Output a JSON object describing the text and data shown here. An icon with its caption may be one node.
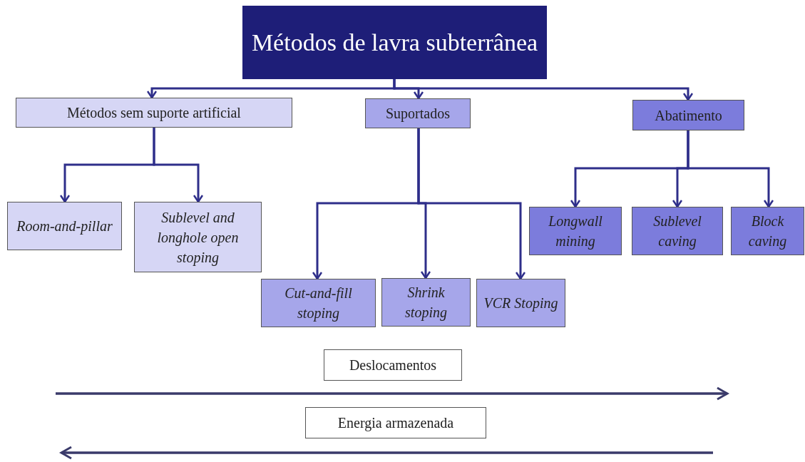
{
  "diagram": {
    "nodes": [
      {
        "text": [
          "Métodos de lavra subterrânea"
        ]
      },
      {
        "text": [
          "Métodos sem suporte artificial"
        ]
      },
      {
        "text": [
          "Suportados"
        ]
      },
      {
        "text": [
          "Abatimento"
        ]
      },
      {
        "text": [
          "Room-and-pillar"
        ]
      },
      {
        "text": [
          "Sublevel and longhole open stoping"
        ]
      },
      {
        "text": [
          "Cut-and-fill stoping"
        ]
      },
      {
        "text": [
          "Shrink stoping"
        ]
      },
      {
        "text": [
          "VCR Stoping"
        ]
      },
      {
        "text": [
          "Longwall mining"
        ]
      },
      {
        "text": [
          "Sublevel caving"
        ]
      },
      {
        "text": [
          "Block caving"
        ]
      },
      {
        "text": [
          "Deslocamentos"
        ]
      },
      {
        "text": [
          "Energia armazenada"
        ]
      }
    ],
    "edges": [
      {
        "from": 0,
        "to": 1,
        "arrow": "to"
      },
      {
        "from": 0,
        "to": 2,
        "arrow": "to"
      },
      {
        "from": 0,
        "to": 3,
        "arrow": "to"
      },
      {
        "from": 1,
        "to": 4,
        "arrow": "to"
      },
      {
        "from": 1,
        "to": 5,
        "arrow": "to"
      },
      {
        "from": 2,
        "to": 6,
        "arrow": "to"
      },
      {
        "from": 2,
        "to": 7,
        "arrow": "to"
      },
      {
        "from": 2,
        "to": 8,
        "arrow": "to"
      },
      {
        "from": 3,
        "to": 9,
        "arrow": "to"
      },
      {
        "from": 3,
        "to": 10,
        "arrow": "to"
      },
      {
        "from": 3,
        "to": 11,
        "arrow": "to"
      }
    ]
  }
}
